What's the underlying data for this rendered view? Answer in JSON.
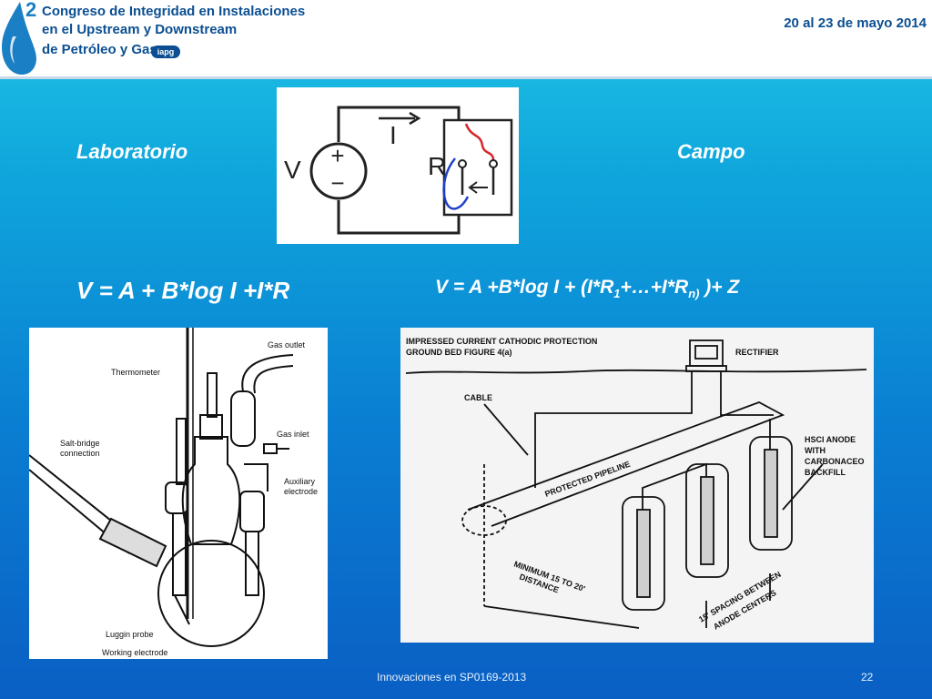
{
  "header": {
    "title_line1": "Congreso de Integridad en Instalaciones",
    "title_line2": "en el Upstream y Downstream",
    "title_line3": "de Petróleo y Gas",
    "badge": "iapg",
    "date": "20 al 23 de mayo 2014"
  },
  "labels": {
    "laboratorio": "Laboratorio",
    "campo": "Campo"
  },
  "equations": {
    "lab": "V = A + B*log I +I*R",
    "field_prefix": "V = A +B*log I + (I*R",
    "field_sub1": "1",
    "field_mid": "+…+I*R",
    "field_sub2": "n)",
    "field_suffix": " )+ Z"
  },
  "circuit": {
    "v_label": "V",
    "i_label": "I",
    "r_label": "R",
    "plus": "+",
    "minus": "−"
  },
  "lab_diagram": {
    "gas_outlet": "Gas outlet",
    "thermometer": "Thermometer",
    "gas_inlet": "Gas inlet",
    "salt_bridge_1": "Salt-bridge",
    "salt_bridge_2": "connection",
    "auxiliary_1": "Auxiliary",
    "auxiliary_2": "electrode",
    "luggin": "Luggin probe",
    "working": "Working electrode"
  },
  "field_diagram": {
    "title1": "IMPRESSED CURRENT CATHODIC PROTECTION",
    "title2": "GROUND BED   FIGURE 4(a)",
    "rectifier": "RECTIFIER",
    "cable": "CABLE",
    "pipeline": "PROTECTED PIPELINE",
    "anode1": "HSCI ANODE",
    "anode2": "WITH",
    "anode3": "CARBONACEO",
    "anode4": "BACKFILL",
    "min1": "MINIMUM 15 TO 20'",
    "min2": "DISTANCE",
    "spacing1": "15' SPACING BETWEEN",
    "spacing2": "ANODE CENTERS"
  },
  "footer": {
    "text": "Innovaciones en SP0169-2013",
    "page": "22"
  }
}
